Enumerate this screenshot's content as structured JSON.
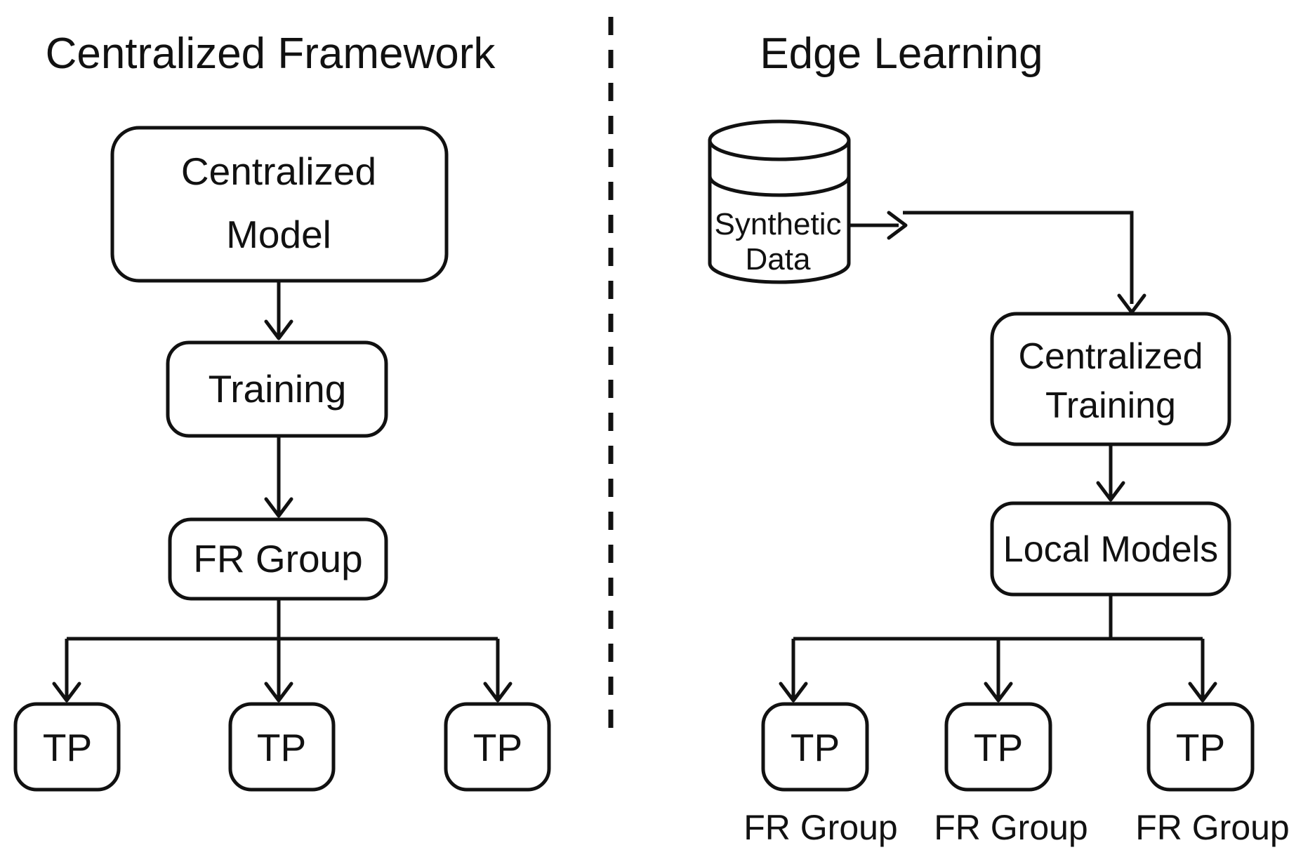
{
  "figure": {
    "background_color": "#ffffff",
    "stroke_color": "#111111",
    "left_panel": {
      "title": "Centralized Framework",
      "centralized_model_line1": "Centralized",
      "centralized_model_line2": "Model",
      "training_label": "Training",
      "fr_group_label": "FR Group",
      "tp_labels": [
        "TP",
        "TP",
        "TP"
      ]
    },
    "right_panel": {
      "title": "Edge Learning",
      "cylinder_line1": "Synthetic",
      "cylinder_line2": "Data",
      "centralized_training_line1": "Centralized",
      "centralized_training_line2": "Training",
      "local_models_label": "Local Models",
      "tp_labels": [
        "TP",
        "TP",
        "TP"
      ],
      "fr_group_labels": [
        "FR Group",
        "FR Group",
        "FR Group"
      ]
    }
  }
}
